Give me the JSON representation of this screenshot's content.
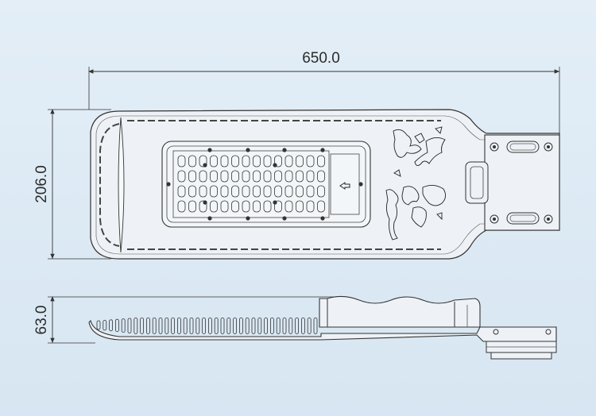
{
  "dimensions": {
    "length": "650.0",
    "width": "206.0",
    "height": "63.0"
  },
  "colors": {
    "background": "#dce9f4",
    "line": "#333333",
    "body_fill": "#eef2f6"
  },
  "icons": [
    "arrow-left-icon",
    "world-map-icon"
  ]
}
